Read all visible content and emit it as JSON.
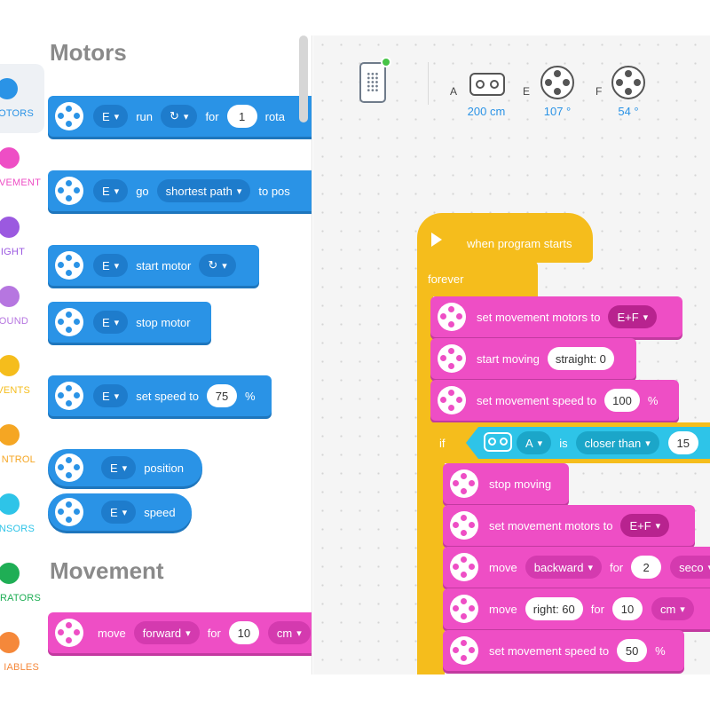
{
  "categories": [
    {
      "label": "OTORS",
      "color": "#2a93e6"
    },
    {
      "label": "VEMENT",
      "color": "#ee4ec5"
    },
    {
      "label": "IGHT",
      "color": "#9b59e0"
    },
    {
      "label": "OUND",
      "color": "#b676e0"
    },
    {
      "label": "VENTS",
      "color": "#f5bd1c"
    },
    {
      "label": "NTROL",
      "color": "#f5a623"
    },
    {
      "label": "NSORS",
      "color": "#2ec4e8"
    },
    {
      "label": "RATORS",
      "color": "#1fae55"
    },
    {
      "label": "IABLES",
      "color": "#f5883a"
    }
  ],
  "palette": {
    "motors_title": "Motors",
    "movement_title": "Movement",
    "run": {
      "port": "E",
      "verb": "run",
      "dir": "↻",
      "for": "for",
      "amount": "1",
      "unit": "rota"
    },
    "go": {
      "port": "E",
      "verb": "go",
      "mode": "shortest path",
      "tail": "to pos"
    },
    "start": {
      "port": "E",
      "verb": "start motor",
      "dir": "↻"
    },
    "stop": {
      "port": "E",
      "verb": "stop motor"
    },
    "speed": {
      "port": "E",
      "verb": "set speed to",
      "value": "75",
      "unit": "%"
    },
    "position": {
      "port": "E",
      "verb": "position"
    },
    "speed_rep": {
      "port": "E",
      "verb": "speed"
    },
    "move": {
      "verb": "move",
      "dir": "forward",
      "for": "for",
      "amount": "10",
      "unit": "cm"
    }
  },
  "hub": {
    "ports": [
      {
        "letter": "A",
        "value": "200 cm",
        "type": "distance"
      },
      {
        "letter": "E",
        "value": "107 °",
        "type": "motor"
      },
      {
        "letter": "F",
        "value": "54 °",
        "type": "motor"
      }
    ]
  },
  "program": {
    "hat": "when program starts",
    "forever": "forever",
    "b1": {
      "text": "set movement motors to",
      "value": "E+F"
    },
    "b2": {
      "text": "start moving",
      "value": "straight: 0"
    },
    "b3": {
      "text": "set movement speed to",
      "value": "100",
      "unit": "%"
    },
    "if": {
      "label": "if",
      "port": "A",
      "is": "is",
      "cmp": "closer than",
      "value": "15"
    },
    "c1": {
      "text": "stop moving"
    },
    "c2": {
      "text": "set movement motors to",
      "value": "E+F"
    },
    "c3": {
      "text": "move",
      "dir": "backward",
      "for": "for",
      "amount": "2",
      "unit": "seco"
    },
    "c4": {
      "text": "move",
      "dir": "right: 60",
      "for": "for",
      "amount": "10",
      "unit": "cm"
    },
    "c5": {
      "text": "set movement speed to",
      "value": "50",
      "unit": "%"
    }
  }
}
